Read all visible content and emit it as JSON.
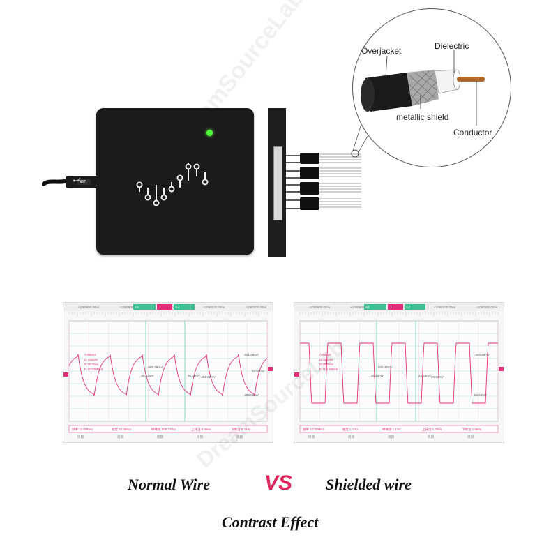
{
  "coax_labels": {
    "overjacket": "Overjacket",
    "dielectric": "Dielectric",
    "shield": "metallic shield",
    "conductor": "Conductor"
  },
  "watermark": "DreamSourceLab",
  "scopes": [
    {
      "ruler_labels": [
        "+1059800.00ns",
        "+1059900.00ns",
        "+1060000.00ns",
        "+1060100.00ns",
        "+1060200.00ns"
      ],
      "cursors": [
        "X1",
        "X2"
      ],
      "trig": "T",
      "measures": [
        "A:500ns",
        "D:+500ns",
        "B:20.00ns",
        "F:+10.00MHz"
      ],
      "vlabels": [
        "-505.49mV",
        "-25.33mV",
        "20.49mV",
        "-281.68mV",
        "-251.68mV",
        "-280.66mV",
        "84.59mV"
      ],
      "footer": [
        "频率:10.00MHz",
        "幅度:70.49mV",
        "峰峰值:505.77mV",
        "上升沿:8.49ns",
        "下降沿:5.24ns"
      ],
      "footer2": [
        "周期",
        "周期",
        "周期",
        "周期",
        "周期"
      ],
      "colors": {
        "wave": "#e0307a",
        "grid_h": "#8fd9c4",
        "grid_v": "#e8c8d5"
      }
    },
    {
      "ruler_labels": [
        "+1059800.00ns",
        "+1059900.00ns",
        "+1060000.00ns",
        "+1060100.00ns",
        "+1060200.00ns"
      ],
      "cursors": [
        "X1",
        "X2"
      ],
      "trig": "T",
      "measures": [
        "A:500ns",
        "D:+500ns",
        "B:20.00ns",
        "F:+10.00MHz"
      ],
      "vlabels": [
        "505.49mV",
        "25.53mV",
        "25.53mV",
        "25.33mV",
        "-500.69mV",
        "64.59mV"
      ],
      "footer": [
        "频率:10.00MHz",
        "幅度:1.13V",
        "峰峰值:1.12V",
        "上升沿:1.79ns",
        "下降沿:1.98ns"
      ],
      "footer2": [
        "周期",
        "周期",
        "周期",
        "周期",
        "周期"
      ],
      "colors": {
        "wave": "#e0307a",
        "grid_h": "#8fd9c4",
        "grid_v": "#e8c8d5"
      }
    }
  ],
  "captions": {
    "normal": "Normal Wire",
    "vs": "VS",
    "shielded": "Shielded wire",
    "contrast": "Contrast Effect"
  }
}
